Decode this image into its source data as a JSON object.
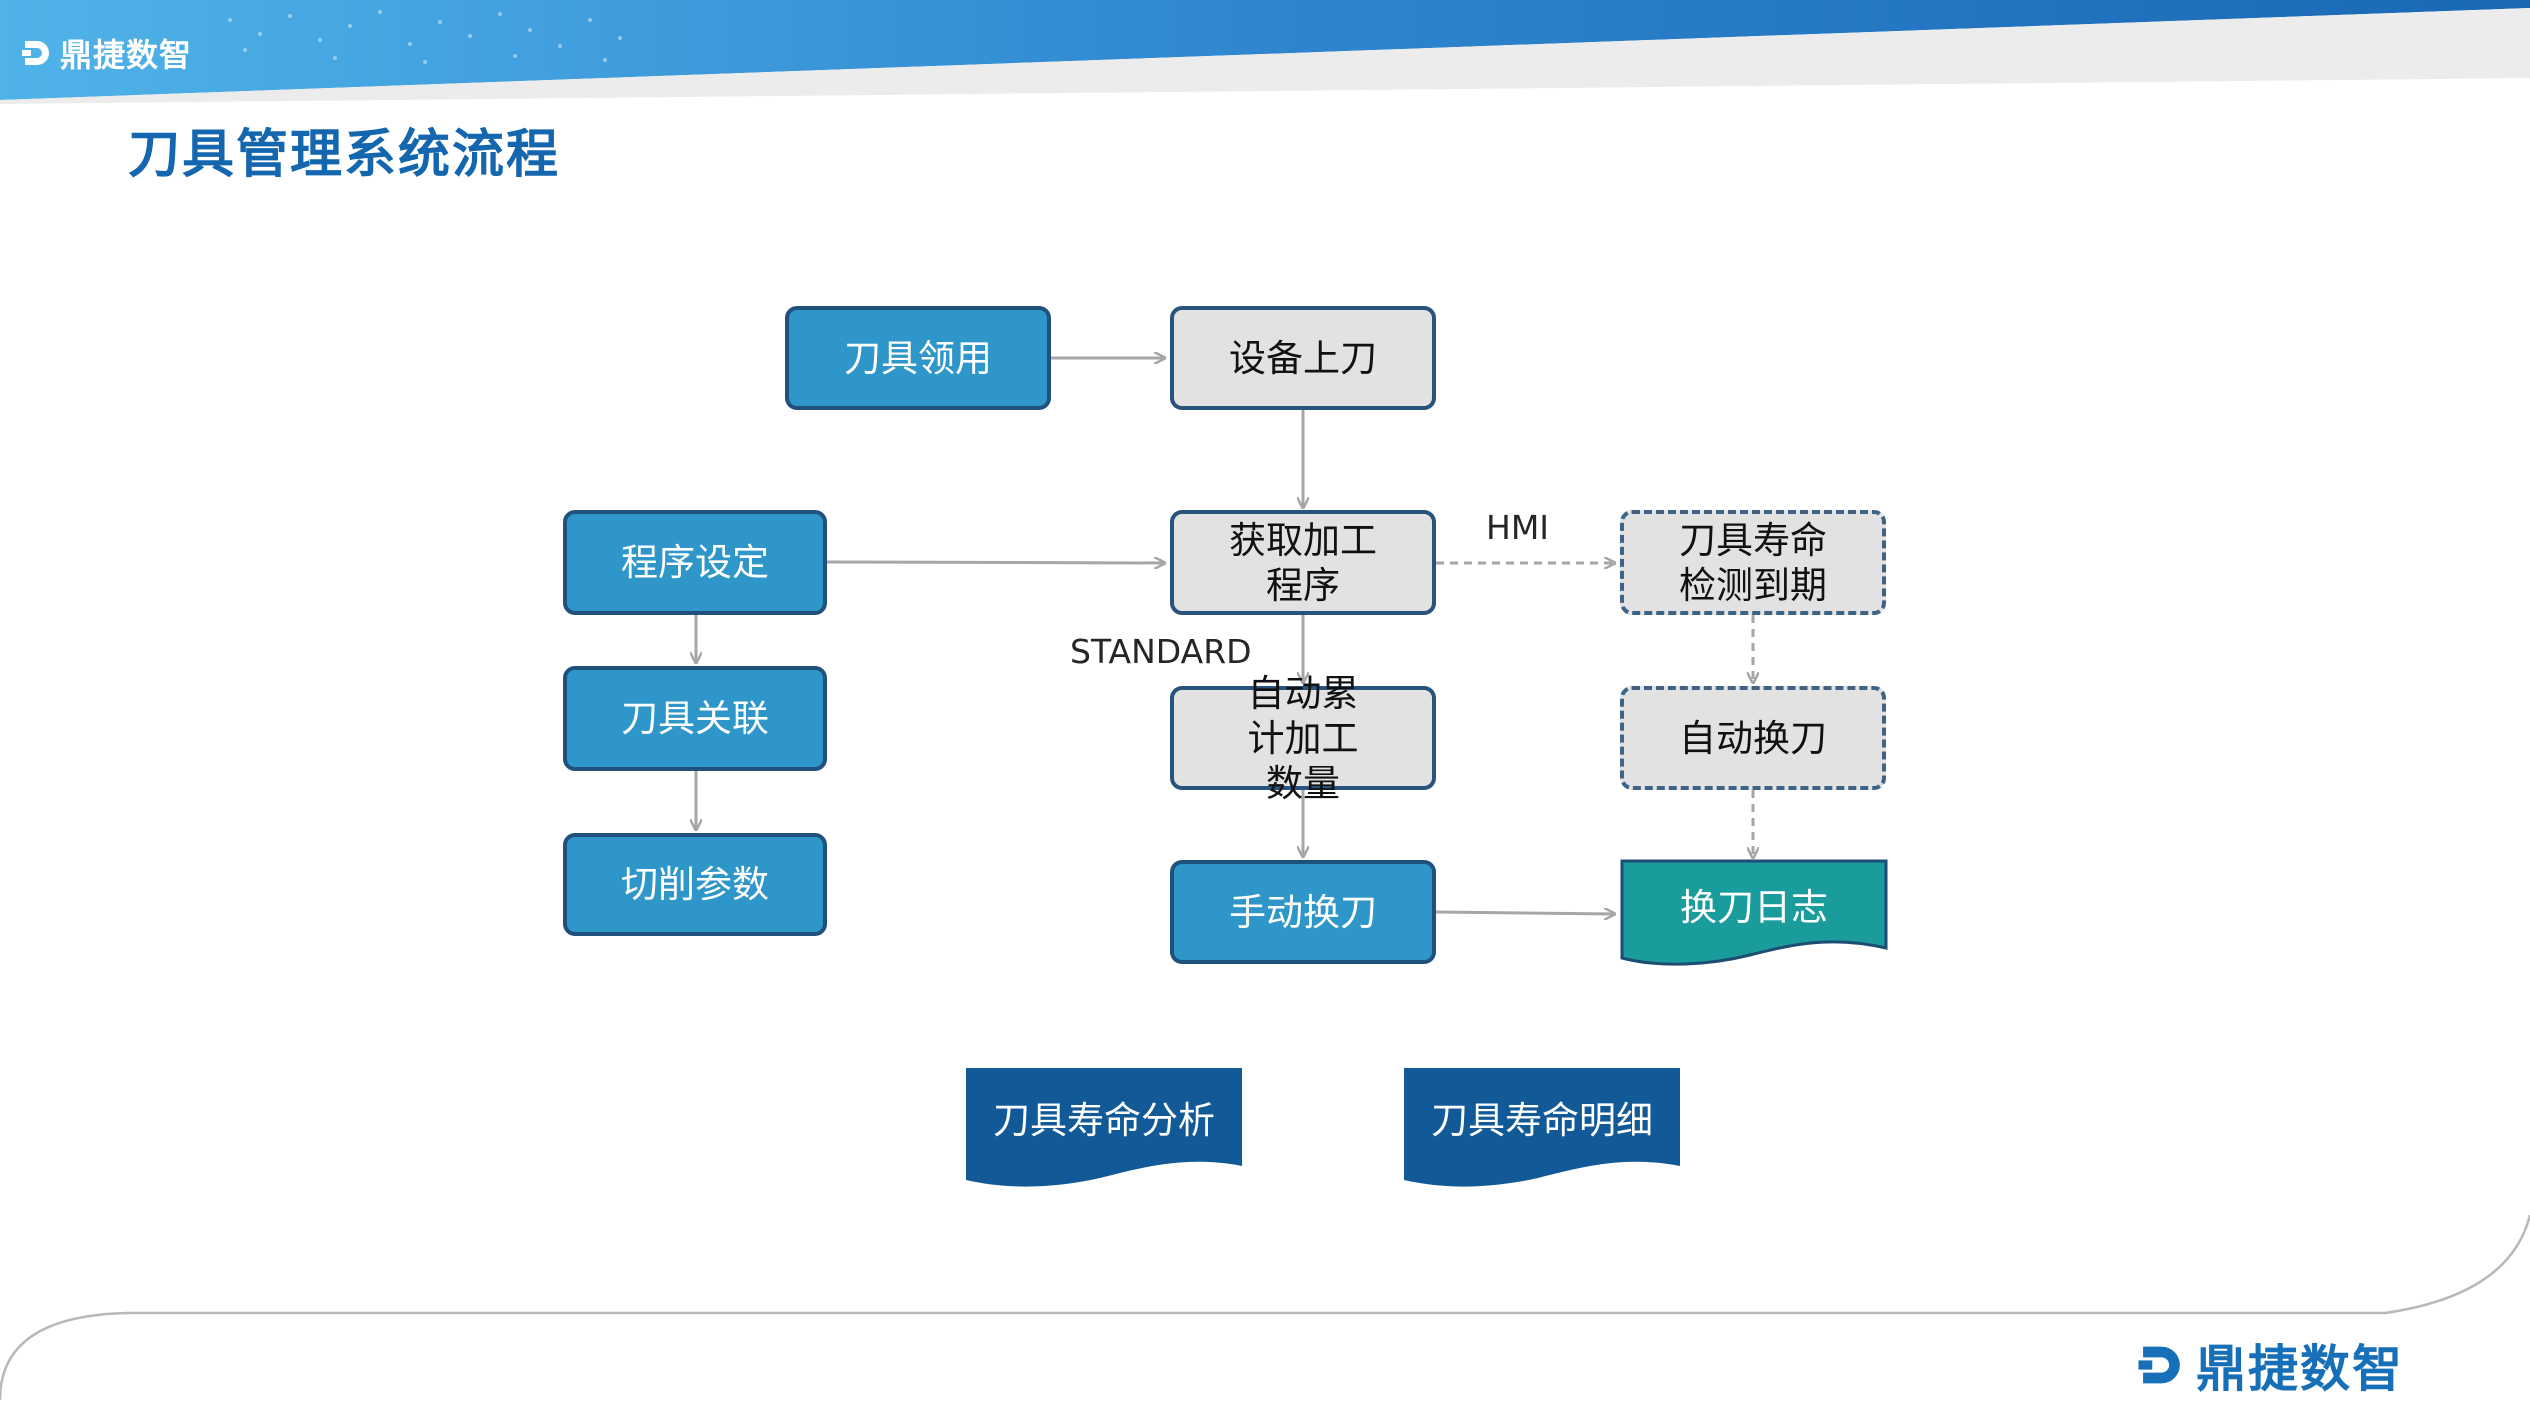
{
  "header": {
    "brand": "鼎捷数智",
    "title": "刀具管理系统流程"
  },
  "nodes": {
    "tool_requisition": "刀具领用",
    "machine_load_tool": "设备上刀",
    "program_setting": "程序设定",
    "get_machining_program": "获取加工程序",
    "tool_life_expired": "刀具寿命检测到期",
    "tool_association": "刀具关联",
    "auto_count_quantity": "自动累计加工数量",
    "auto_tool_change": "自动换刀",
    "cutting_parameters": "切削参数",
    "manual_tool_change": "手动换刀",
    "tool_change_log": "换刀日志",
    "tool_life_analysis": "刀具寿命分析",
    "tool_life_detail": "刀具寿命明细"
  },
  "edge_labels": {
    "hmi": "HMI",
    "standard": "STANDARD"
  },
  "footer": {
    "brand": "鼎捷数智"
  },
  "colors": {
    "title_blue": "#1466ae",
    "node_blue": "#2e96c8",
    "node_grey": "#e2e2e2",
    "node_border": "#28537d",
    "doc_teal": "#1a9c9c",
    "doc_navy": "#125a97",
    "arrow_grey": "#a6a6a6"
  }
}
